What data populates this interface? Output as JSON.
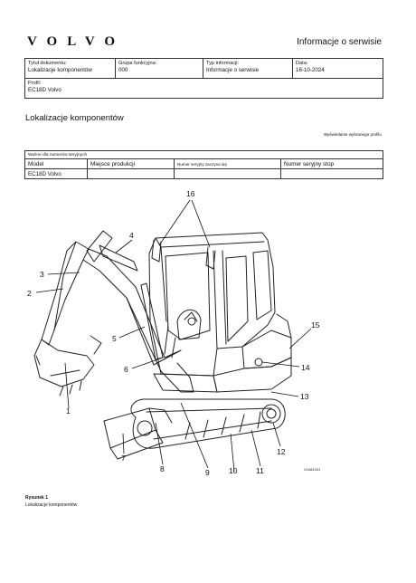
{
  "header": {
    "logo": "VOLVO",
    "service_title": "Informacje o serwisie"
  },
  "meta": {
    "doc_title": {
      "label": "Tytuł dokumentu:",
      "value": "Lokalizacje komponentów"
    },
    "function_group": {
      "label": "Grupa funkcyjna:",
      "value": "000"
    },
    "info_type": {
      "label": "Typ informacji:",
      "value": "Informacje o serwisie"
    },
    "date": {
      "label": "Data:",
      "value": "16-10-2024"
    },
    "profile": {
      "label": "Profil:",
      "value": "EC18D Volvo"
    }
  },
  "section_title": "Lokalizacje komponentów",
  "profile_link": "Wyświetlanie wybranego profilu",
  "serial": {
    "caption": "Ważne dla numerów seryjnych",
    "headers": [
      "Model",
      "Miejsce produkcji",
      "Numer seryjny zaczyna się",
      "Numer seryjny stop"
    ],
    "rows": [
      [
        "EC18D Volvo",
        "",
        "",
        ""
      ]
    ]
  },
  "figure": {
    "callouts": [
      "1",
      "2",
      "3",
      "4",
      "5",
      "6",
      "7",
      "8",
      "9",
      "10",
      "11",
      "12",
      "13",
      "14",
      "15",
      "16"
    ],
    "ref_code": "V1081031"
  },
  "caption": {
    "title": "Rysunek 1",
    "text": "Lokalizacje komponentów"
  }
}
